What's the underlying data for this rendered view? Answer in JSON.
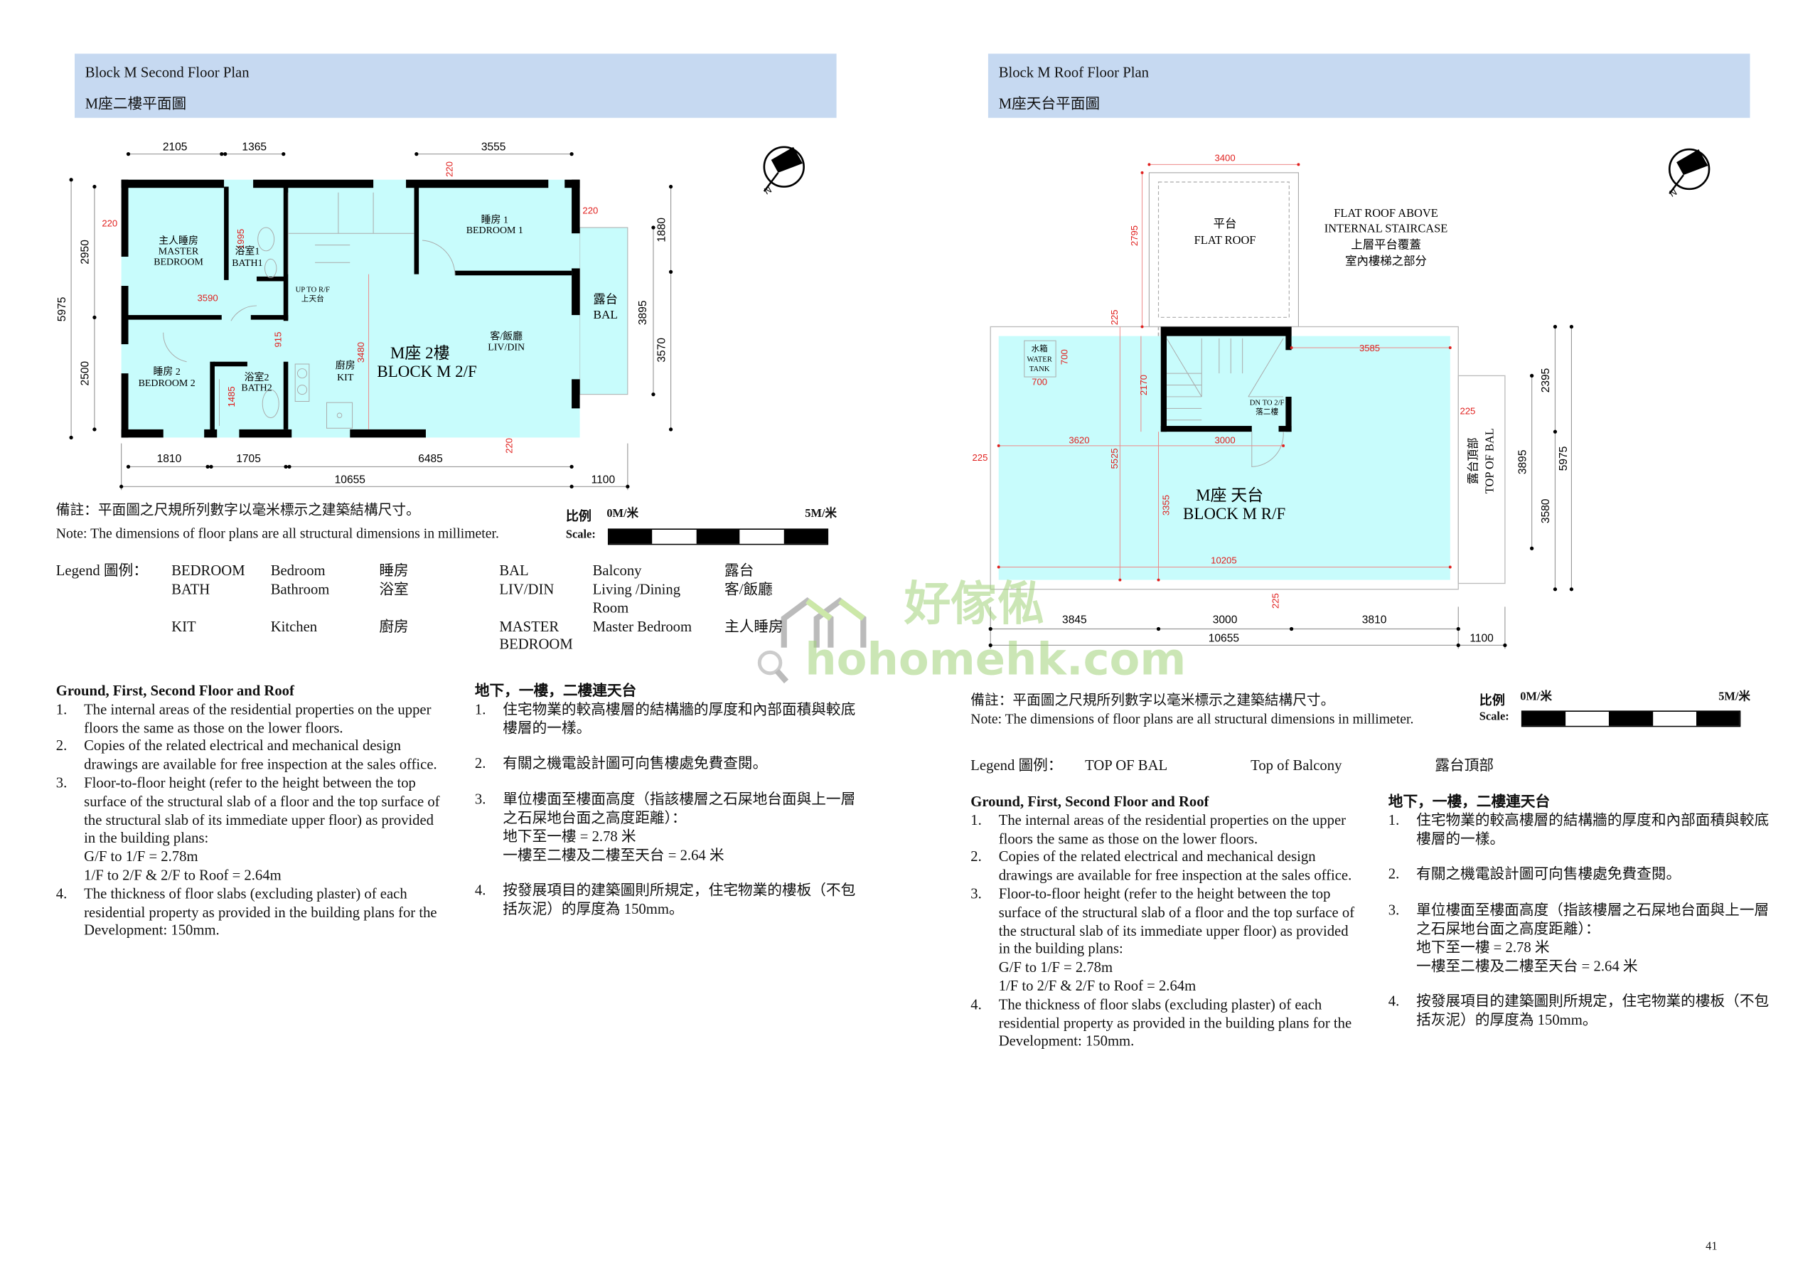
{
  "left": {
    "header_en": "Block M Second Floor Plan",
    "header_zh": "M座二樓平面圖",
    "plan": {
      "master_zh": "主人睡房",
      "master_en1": "MASTER",
      "master_en2": "BEDROOM",
      "bath1_zh": "浴室1",
      "bath1_en": "BATH1",
      "bed1_zh": "睡房 1",
      "bed1_en": "BEDROOM 1",
      "up_en": "UP TO R/F",
      "up_zh": "上天台",
      "bal_zh": "露台",
      "bal_en": "BAL",
      "livdin_zh": "客/飯廳",
      "livdin_en": "LIV/DIN",
      "kit_zh": "廚房",
      "kit_en": "KIT",
      "block_zh": "M座 2樓",
      "block_en": "BLOCK M  2/F",
      "bed2_zh": "睡房 2",
      "bed2_en": "BEDROOM 2",
      "bath2_zh": "浴室2",
      "bath2_en": "BATH2",
      "dims": {
        "top1": "2105",
        "top2": "1365",
        "top3": "3555",
        "left_total": "5975",
        "left1": "2950",
        "left2": "2500",
        "bot1": "1810",
        "bot2": "1705",
        "bot3": "6485",
        "bot_total": "10655",
        "bot_bal": "1100",
        "right1": "1880",
        "right_bal": "3895",
        "right2": "3570"
      },
      "red_dims": {
        "w_left": "220",
        "w_top": "220",
        "w_right": "220",
        "w_bottom": "220",
        "bath1": "1995",
        "master": "3590",
        "corr": "915",
        "kit": "3480",
        "bath2": "1485"
      }
    },
    "remark_zh": "備註：平面圖之尺規所列數字以毫米標示之建築結構尺寸。",
    "remark_en": "Note: The dimensions of floor plans are all structural dimensions in millimeter.",
    "scale": {
      "label_zh": "比例",
      "label_en": "Scale:",
      "start": "0M/米",
      "end": "5M/米"
    },
    "legend": {
      "title": "Legend 圖例：",
      "rows": [
        [
          "BEDROOM",
          "Bedroom",
          "睡房",
          "BAL",
          "Balcony",
          "露台"
        ],
        [
          "BATH",
          "Bathroom",
          "浴室",
          "LIV/DIN",
          "Living /Dining",
          "客/飯廳"
        ],
        [
          "",
          "",
          "",
          "",
          "Room",
          ""
        ],
        [
          "KIT",
          "Kitchen",
          "廚房",
          "MASTER",
          "Master Bedroom",
          "主人睡房"
        ],
        [
          "",
          "",
          "",
          "BEDROOM",
          "",
          ""
        ]
      ]
    }
  },
  "right": {
    "header_en": "Block M Roof Floor Plan",
    "header_zh": "M座天台平面圖",
    "plan": {
      "flat_zh": "平台",
      "flat_en": "FLAT ROOF",
      "note1": "FLAT ROOF ABOVE",
      "note2": "INTERNAL STAIRCASE",
      "note3": "上層平台覆蓋",
      "note4": "室內樓梯之部分",
      "tank_zh": "水箱",
      "tank_en1": "WATER",
      "tank_en2": "TANK",
      "dn_en": "DN TO 2/F",
      "dn_zh": "落二樓",
      "block_zh": "M座 天台",
      "block_en": "BLOCK M  R/F",
      "topbal_zh": "露台頂部",
      "topbal_en": "TOP OF BAL",
      "dims": {
        "bot1": "3845",
        "bot2": "3000",
        "bot3": "3810",
        "bot_total": "10655",
        "bot_bal": "1100",
        "r1": "2395",
        "r_bal": "3895",
        "r2": "3580",
        "r_total": "5975"
      },
      "red_dims": {
        "flat_w": "3400",
        "flat_h": "2795",
        "top": "225",
        "tank_h": "700",
        "tank_w": "700",
        "stair_h": "2170",
        "east": "3585",
        "right": "225",
        "west": "3620",
        "stair_w": "3000",
        "left": "225",
        "depth": "5525",
        "mid": "3355",
        "total_w": "10205",
        "bottom": "225"
      }
    },
    "remark_zh": "備註：平面圖之尺規所列數字以毫米標示之建築結構尺寸。",
    "remark_en": "Note: The dimensions of floor plans are all structural dimensions in millimeter.",
    "scale": {
      "label_zh": "比例",
      "label_en": "Scale:",
      "start": "0M/米",
      "end": "5M/米"
    },
    "legend": {
      "title": "Legend 圖例：",
      "code": "TOP OF BAL",
      "en": "Top of Balcony",
      "zh": "露台頂部"
    }
  },
  "notes_en": {
    "heading": "Ground, First, Second Floor and Roof",
    "items": [
      {
        "n": "1.",
        "text": "The internal areas of the residential properties on the upper floors the same as those on the lower floors."
      },
      {
        "n": "2.",
        "text": "Copies of the related electrical and mechanical design drawings are available for free inspection at the sales office."
      },
      {
        "n": "3.",
        "text": "Floor-to-floor height (refer to the height between the top surface of the structural slab of a floor and the top surface of the structural slab of its immediate upper floor) as provided in the building plans:",
        "extra": [
          "G/F to 1/F = 2.78m",
          "1/F to 2/F & 2/F to Roof = 2.64m"
        ]
      },
      {
        "n": "4.",
        "text": "The thickness of floor slabs (excluding plaster) of each residential property as provided in the building plans for the Development: 150mm."
      }
    ]
  },
  "notes_zh": {
    "heading": "地下，一樓，二樓連天台",
    "items": [
      {
        "n": "1.",
        "text": "住宅物業的較高樓層的結構牆的厚度和內部面積與較底樓層的一樣。"
      },
      {
        "n": "2.",
        "text": "有關之機電設計圖可向售樓處免費查閱。"
      },
      {
        "n": "3.",
        "text": "單位樓面至樓面高度（指該樓層之石屎地台面與上一層之石屎地台面之高度距離）：",
        "extra": [
          "地下至一樓 = 2.78 米",
          "一樓至二樓及二樓至天台 = 2.64 米"
        ]
      },
      {
        "n": "4.",
        "text": "按發展項目的建築圖則所規定，住宅物業的樓板（不包括灰泥）的厚度為 150mm。"
      }
    ]
  },
  "watermark": {
    "zh": "好傢俬",
    "en": "hohomehk.com"
  },
  "page_number": "41",
  "colors": {
    "header_bg": "#c6d9f1",
    "room_fill": "#c8fcfc",
    "dimension_red": "#e0201e",
    "watermark": "#a0d278"
  }
}
